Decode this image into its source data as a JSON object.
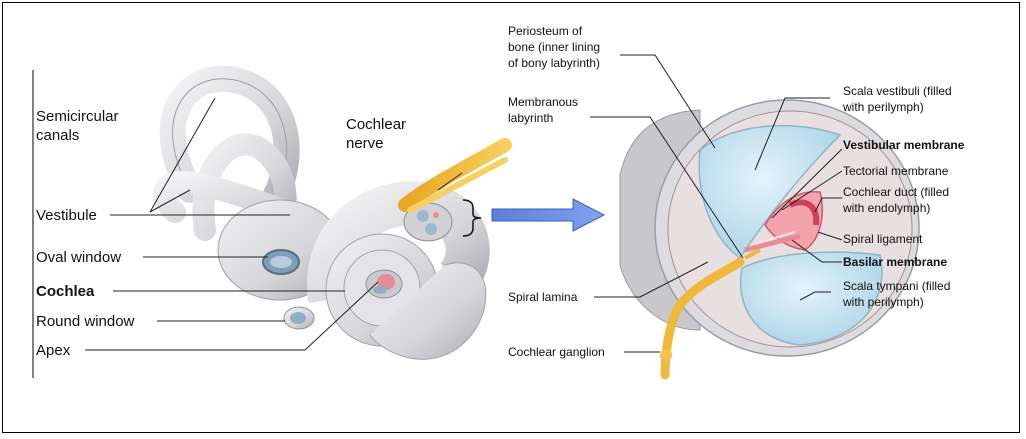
{
  "left_panel": {
    "semicircular_canals": [
      "Semicircular",
      "canals"
    ],
    "cochlear_nerve": [
      "Cochlear",
      "nerve"
    ],
    "vestibule": "Vestibule",
    "oval_window": "Oval window",
    "cochlea": "Cochlea",
    "round_window": "Round window",
    "apex": "Apex"
  },
  "right_panel": {
    "periosteum": [
      "Periosteum of",
      "bone (inner lining",
      "of bony labyrinth)"
    ],
    "membranous_labyrinth": [
      "Membranous",
      "labyrinth"
    ],
    "scala_vestibuli": [
      "Scala vestibuli (filled",
      "with perilymph)"
    ],
    "vestibular_membrane": "Vestibular membrane",
    "tectorial_membrane": "Tectorial membrane",
    "cochlear_duct": [
      "Cochlear duct (filled",
      "with endolymph)"
    ],
    "spiral_ligament": "Spiral ligament",
    "basilar_membrane": "Basilar membrane",
    "scala_tympani": [
      "Scala tympani (filled",
      "with perilymph)"
    ],
    "spiral_lamina": "Spiral lamina",
    "cochlear_ganglion": "Cochlear ganglion"
  },
  "colors": {
    "bone": "#d9d9dc",
    "bone_shadow": "#a9a9b0",
    "perilymph": "#bfe0ef",
    "endolymph": "#f08a9a",
    "nerve": "#f1b93a",
    "arrow": "#6a8fe0"
  }
}
